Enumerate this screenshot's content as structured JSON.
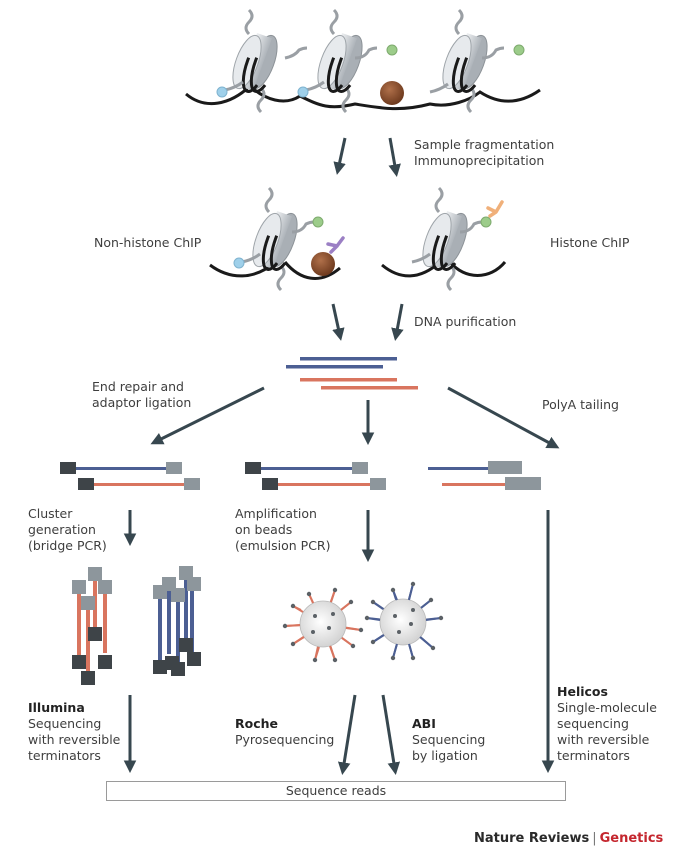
{
  "colors": {
    "arrow": "#37474f",
    "dna": "#1a1a1a",
    "histone": "#c9cdd1",
    "blue_strand": "#4c5f93",
    "red_strand": "#d9755f",
    "adaptor_dark": "#3e4448",
    "adaptor_light": "#8d969c",
    "bead": "#e3e3e3",
    "protein": "#8a4a2a",
    "mark_blue": "#9fd0ea",
    "mark_green": "#9ccc8a",
    "antibody_purple": "#9b7fc4",
    "antibody_orange": "#f0b07a",
    "brand_red": "#c4262e"
  },
  "labels": {
    "fragmentation": [
      "Sample fragmentation",
      "Immunoprecipitation"
    ],
    "non_histone_chip": "Non-histone ChIP",
    "histone_chip": "Histone ChIP",
    "dna_purification": "DNA purification",
    "end_repair": [
      "End repair and",
      "adaptor ligation"
    ],
    "polya": "PolyA tailing",
    "cluster": [
      "Cluster",
      "generation",
      "(bridge PCR)"
    ],
    "amplification": [
      "Amplification",
      "on beads",
      "(emulsion PCR)"
    ]
  },
  "platforms": [
    {
      "name": "Illumina",
      "desc": [
        "Sequencing",
        "with reversible",
        "terminators"
      ]
    },
    {
      "name": "Roche",
      "desc": [
        "Pyrosequencing"
      ]
    },
    {
      "name": "ABI",
      "desc": [
        "Sequencing",
        "by ligation"
      ]
    },
    {
      "name": "Helicos",
      "desc": [
        "Single-molecule",
        "sequencing",
        "with reversible",
        "terminators"
      ]
    }
  ],
  "output_box": "Sequence reads",
  "footer": {
    "journal": "Nature Reviews",
    "section": "Genetics"
  }
}
